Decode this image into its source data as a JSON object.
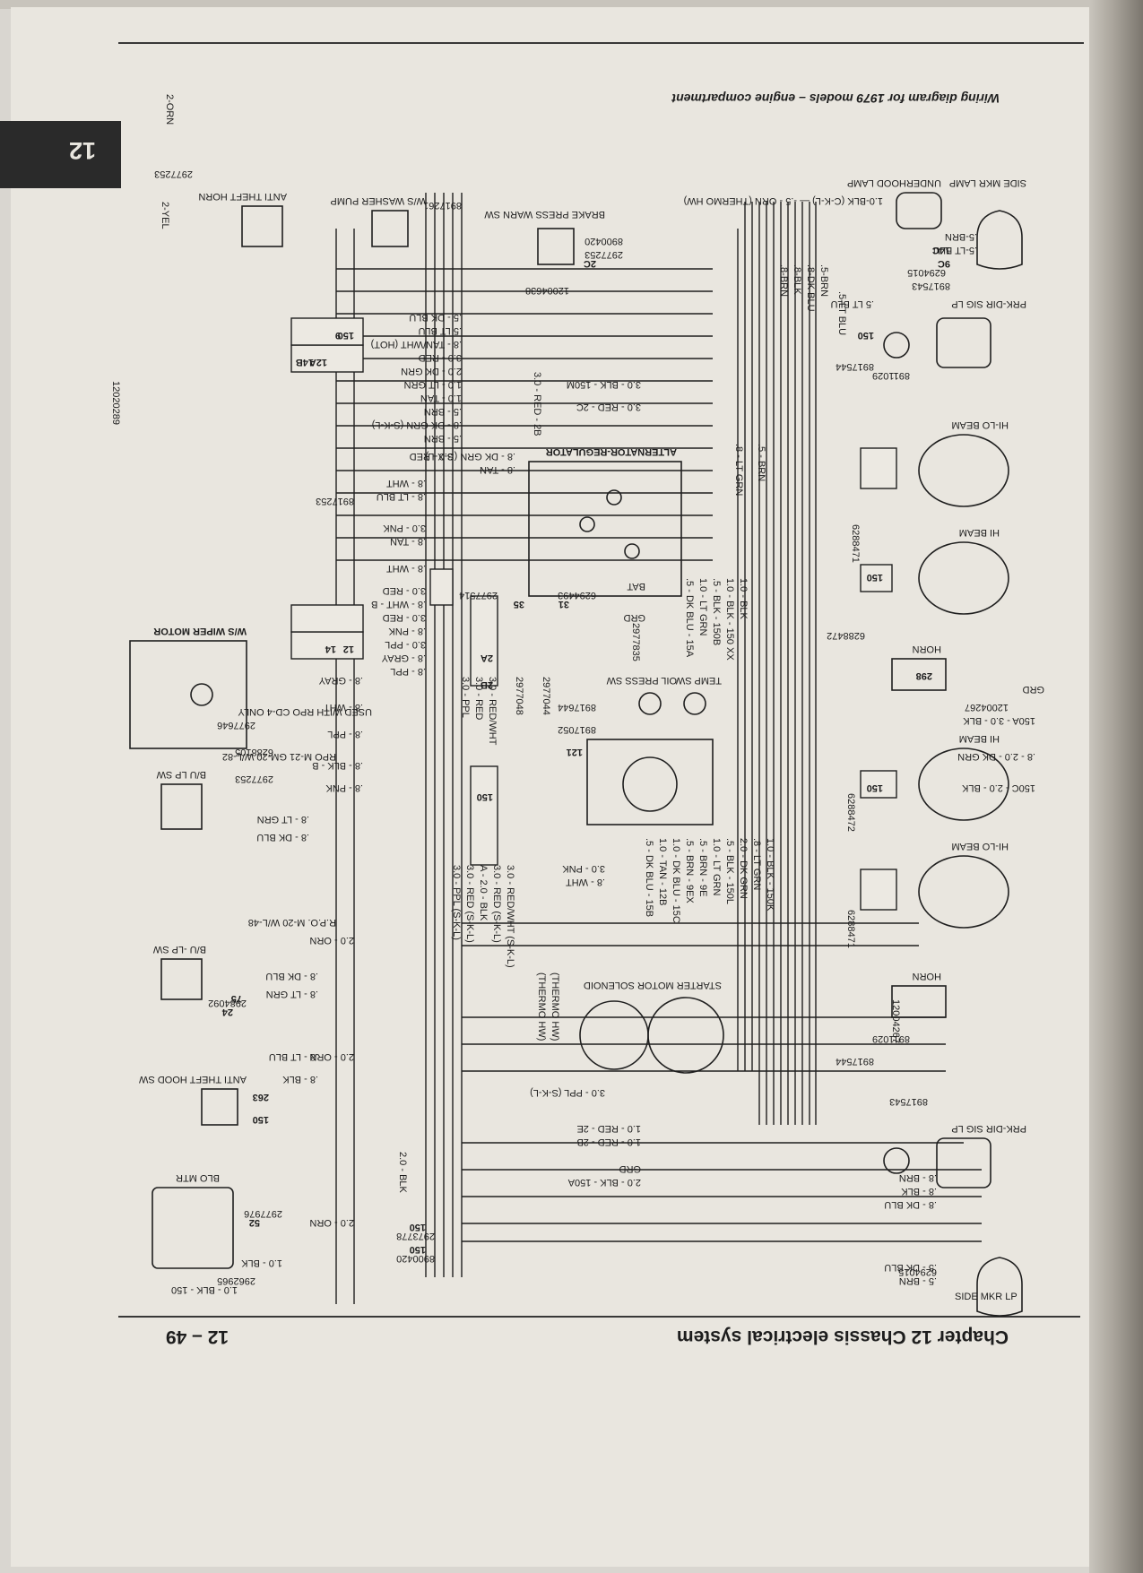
{
  "page": {
    "title": "Wiring diagram for 1979 models – engine compartment",
    "chapter": "Chapter 12  Chassis electrical system",
    "page_number": "12 – 49",
    "tab_number": "12"
  },
  "components": {
    "side_mkr_lamp_left": "SIDE MKR LAMP",
    "underhood_lamp": "UNDERHOOD LAMP",
    "brake_press_warn_sw": "BRAKE PRESS WARN SW",
    "ws_washer_pump": "W/S WASHER PUMP",
    "anti_theft_horn": "ANTI THEFT HORN",
    "prk_dir_sig_lp_left": "PRK-DIR SIG LP",
    "alternator_regulator": "ALTERNATOR-REGULATOR",
    "hi_lo_beam_left": "HI-LO BEAM",
    "hi_beam_left": "HI BEAM",
    "oil_press_sw": "OIL PRESS SW",
    "temp_sw": "TEMP SW",
    "ws_wiper_motor": "W/S WIPER MOTOR",
    "horn_left": "HORN",
    "hi_beam_right": "HI BEAM",
    "hi_lo_beam_right": "HI-LO BEAM",
    "starter_motor_solenoid": "STARTER MOTOR SOLENOID",
    "bu_lp_sw_1": "B/U LP SW",
    "bu_lp_sw_2": "B/U -LP SW",
    "anti_theft_hood_sw": "ANTI THEFT HOOD SW",
    "horn_right": "HORN",
    "prk_dir_sig_lp_right": "PRK-DIR SIG LP",
    "side_mkr_lp_right": "SIDE MKR LP",
    "blo_mtr": "BLO MTR"
  },
  "notes": {
    "used_with": "USED WITH RPO CD-4 ONLY",
    "rpo_1": "RPO M-21 GM-20 W/L-82",
    "rpo_2": "R.P.O. M-20 W/L-48"
  },
  "wires": {
    "underhood": "1.0-BLK (C-K-L) — -.5 - ORN (THERMO HW)",
    "w1": ".5-BRN",
    "w2": ".5-LT BLU",
    "w3": ".5-LT BLU",
    "w4": ".8-BRN",
    "w5": ".8-BLK",
    "w6": ".8-DK BLU",
    "w7": ".5-BRN",
    "w8": ".5 - DK BLU",
    "w9": ".5 LT BLU",
    "w10": ".8 - TAN/WHT (HOT)",
    "w11": "3.0 - RED",
    "w12": "2.0 - DK GRN",
    "w13": "1.0 - LT GRN",
    "w14": "1.0 - TAN",
    "w15": ".5 - BRN",
    "w16": ".8 - DK GRN (S-K-L)",
    "w17": ".5 - BRN",
    "w18": "3.0 - BLK - 150M",
    "w19": "3.0 - RED - 2C",
    "w20": "3.0 - RED",
    "w21": ".8 - WHT",
    "w22": ".8 - LT BLU",
    "w23": "3.0 - PNK",
    "w24": ".8 - TAN",
    "w25": ".8 - WHT",
    "w26": "3.0 - RED",
    "w27": ".8 - WHT - B",
    "w28": "3.0 - RED",
    "w29": ".8 - PNK",
    "w30": "3.0 - PPL",
    "w31": ".8 - GRAY",
    "w32": ".8 - PPL",
    "w33": ".8 - GRAY",
    "w34": ".8 - WHT",
    "w35": ".8 - PPL",
    "w36": ".8 - BLK - B",
    "w37": ".8 - PNK",
    "w38": ".8 - LT GRN",
    "w39": ".8 - DK BLU",
    "w40": "2.0 - ORN",
    "w41": ".8 - DK BLU",
    "w42": ".8 - LT GRN",
    "w43": ".8 - LT BLU",
    "w44": ".8 - BLK",
    "w45": "2.0 - ORN",
    "w46": "1.0 - BLK",
    "w47": "2.0 - BLK",
    "w48": "3.0 - RED/WHT",
    "w49": "3.0 - RED",
    "w50": "3.0 - PPL",
    "w51": "3.0 - RED/WHT (S-K-L)",
    "w52": "3.0 - RED (S-K-L)",
    "w53": "A - 2.0 - BLK",
    "w54": "3.0 - RED (S-K-L)",
    "w55": "3.0 - PPL (S-K-L)",
    "w56": "(THERMO HW)",
    "w57": "(THERMO HW)",
    "w58": "3.0 - RED - 2B",
    "w59": "3.0 - PNK",
    "w60": ".8 - WHT",
    "w61": ".8 - DK GRN (S-X-L)",
    "w62": ".8 - TAN",
    "w63": ".5 - BRN",
    "w64": "1.0 - BLK",
    "w65": "1.0 - BLK - 150 XX",
    "w66": ".8 - LT GRN",
    "w67": ".5 - BLK - 150B",
    "w68": "1.0 - LT GRN",
    "w69": ".5 - DK BLU - 15A",
    "w70": "GRD",
    "w71": "150A - 3.0 - BLK",
    "w72": ".8 - 2.0 - DK GRN",
    "w73": "150C - 2.0 - BLK",
    "w74": "1.0 - BLK - 150K",
    "w75": ".8 - LT GRN",
    "w76": "2.0 - DK GRN",
    "w77": ".5 - BLK - 150L",
    "w78": "1.0 - LT GRN",
    "w79": ".5 - BRN - 9E",
    "w80": ".5 - BRN - 9EX",
    "w81": "1.0 - DK BLU - 15C",
    "w82": "1.0 - TAN - 12B",
    "w83": ".5 - DK BLU - 15B",
    "w84": "3.0 - PPL (S-K-L)",
    "w85": "1.0 - RED - 2E",
    "w86": "1.0 - RED - 2B",
    "w87": "GRD",
    "w88": "2.0 - BLK - 150A",
    "w89": ".8 - BRN",
    "w90": ".8 - BLK",
    "w91": ".8 - DK BLU",
    "w92": ".5 - DK BLU",
    "w93": ".5 - BRN",
    "w94": "1.0 - BLK - 150",
    "w95": "2.0 - ORN",
    "w96": "2-YEL",
    "w97": "2-ORN",
    "w98": "GRD",
    "w99": "BAT"
  },
  "part_numbers": {
    "p1": "6294015",
    "p2": "8917543",
    "p3": "8911029",
    "p4": "8917544",
    "p5": "8900420",
    "p6": "2977253",
    "p7": "12004638",
    "p8": "8917261",
    "p9": "2977253",
    "p10": "12020289",
    "p11": "8917253",
    "p12": "6294493",
    "p13": "6288471",
    "p14": "6288472",
    "p15": "2977514",
    "p16": "2977835",
    "p17": "8917644",
    "p18": "8917052",
    "p19": "2977646",
    "p20": "6288105",
    "p21": "2977253",
    "p22": "2977044",
    "p23": "2977048",
    "p24": "12004267",
    "p25": "6288472",
    "p26": "6288471",
    "p27": "2984092",
    "p28": "12004267",
    "p29": "8917544",
    "p30": "8911029",
    "p31": "8917543",
    "p32": "6294015",
    "p33": "2977976",
    "p34": "2973778",
    "p35": "8900420",
    "p36": "2962965"
  },
  "connectors": {
    "c1": "9C",
    "c2": "14C",
    "c3": "150",
    "c4": "2C",
    "c5": "150",
    "c6": "9",
    "c7": "12A",
    "c8": "14B",
    "c9": "35",
    "c10": "31",
    "c11": "2A",
    "c12": "2B",
    "c13": "150",
    "c14": "121",
    "c15": "150",
    "c16": "150",
    "c17": "298",
    "c18": "75",
    "c19": "24",
    "c20": "263",
    "c21": "150",
    "c22": "52",
    "c23": "150",
    "c24": "150",
    "c25": "12",
    "c26": "14"
  }
}
